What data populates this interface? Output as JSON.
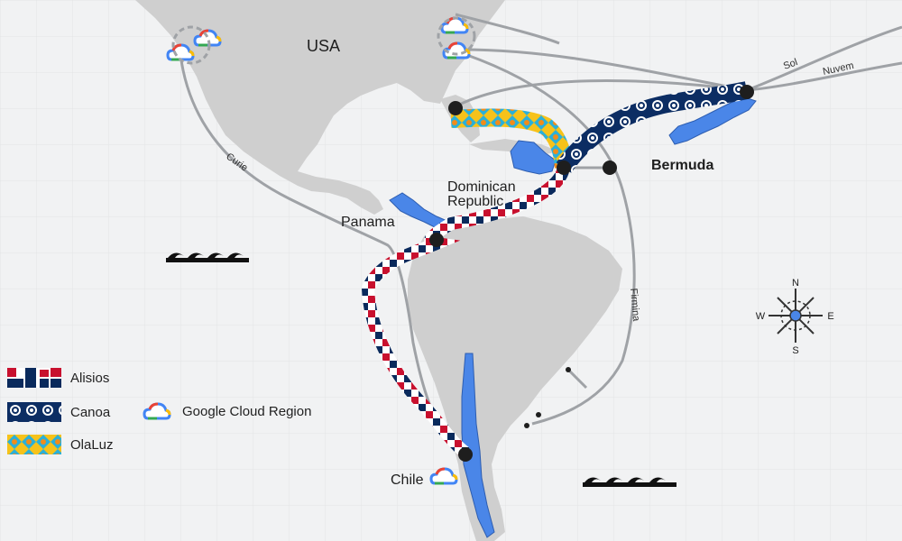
{
  "labels": {
    "usa": "USA",
    "bermuda": "Bermuda",
    "dominican_line1": "Dominican",
    "dominican_line2": "Republic",
    "panama": "Panama",
    "chile": "Chile"
  },
  "cables": {
    "curie": "Curie",
    "sol": "Sol",
    "nuvem": "Nuvem",
    "firmina": "Firmina"
  },
  "compass": {
    "n": "N",
    "e": "E",
    "s": "S",
    "w": "W"
  },
  "legend": {
    "alisios": "Alisios",
    "canoa": "Canoa",
    "olaluz": "OlaLuz",
    "cloud_region": "Google Cloud Region"
  },
  "colors": {
    "ocean": "#f1f2f3",
    "land": "#cfcfcf",
    "highlight_land": "#4a86e8",
    "cable": "#9fa2a6",
    "node": "#1e1e1e",
    "alisios_red": "#c8102e",
    "alisios_navy": "#0a2a5c",
    "canoa_blue": "#0c2d63",
    "olaluz_yellow": "#f6c21a",
    "olaluz_blue": "#2bb0d8"
  },
  "icons": [
    "google-cloud-icon",
    "wave-icon",
    "compass-icon"
  ]
}
